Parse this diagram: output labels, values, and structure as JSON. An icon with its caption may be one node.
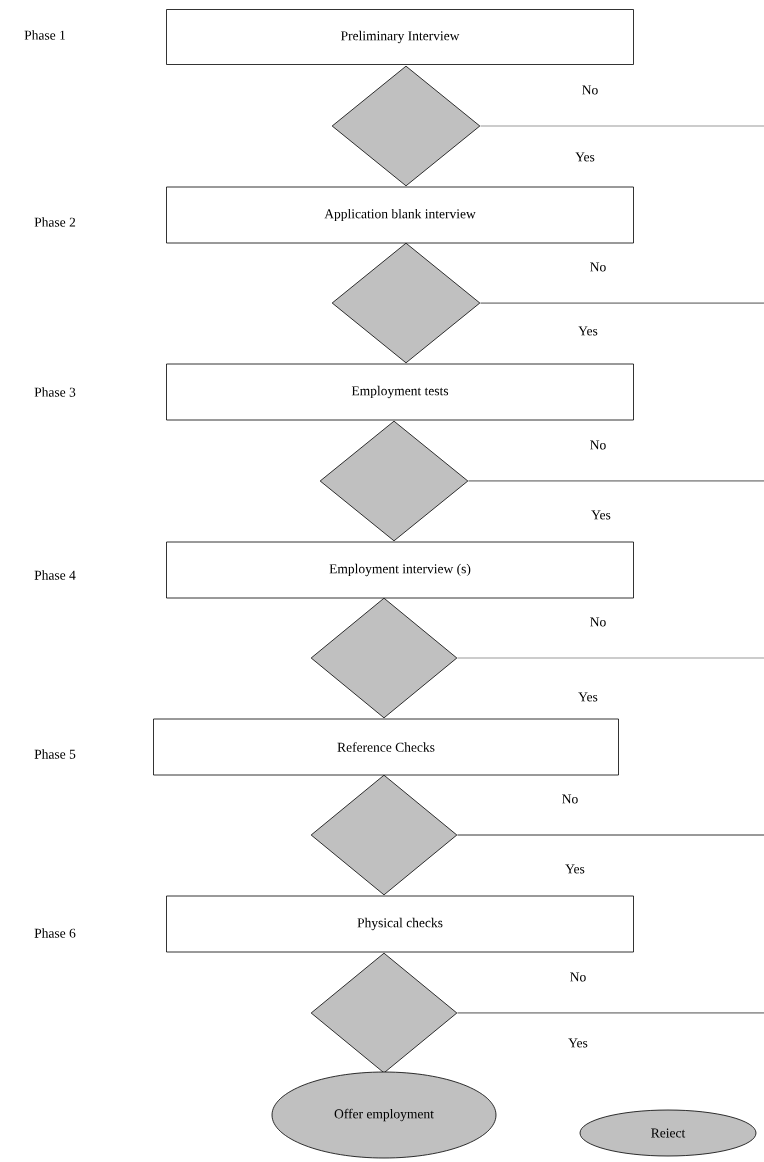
{
  "diagram": {
    "nodes": [
      {
        "text": [
          "Preliminary Interview"
        ]
      },
      {
        "text": [],
        "shape": "diamond"
      },
      {
        "text": [
          "Application blank interview"
        ]
      },
      {
        "text": [],
        "shape": "diamond"
      },
      {
        "text": [
          "Employment tests"
        ]
      },
      {
        "text": [],
        "shape": "diamond"
      },
      {
        "text": [
          "Employment interview (s)"
        ]
      },
      {
        "text": [],
        "shape": "diamond"
      },
      {
        "text": [
          "Reference Checks"
        ]
      },
      {
        "text": [],
        "shape": "diamond"
      },
      {
        "text": [
          "Physical checks"
        ]
      },
      {
        "text": [],
        "shape": "diamond"
      },
      {
        "text": [
          "Offer employment"
        ]
      },
      {
        "text": [
          "Reiect"
        ]
      }
    ],
    "edges": [
      {
        "from": 1,
        "to": null,
        "arrow": "none",
        "label": "No"
      },
      {
        "from": 3,
        "to": null,
        "arrow": "none",
        "label": "No"
      },
      {
        "from": 5,
        "to": null,
        "arrow": "none",
        "label": "No"
      },
      {
        "from": 7,
        "to": null,
        "arrow": "none",
        "label": "No"
      },
      {
        "from": 9,
        "to": null,
        "arrow": "none",
        "label": "No"
      },
      {
        "from": 11,
        "to": null,
        "arrow": "none",
        "label": "No"
      }
    ],
    "labels": [
      "Phase 1",
      "Yes",
      "Phase 2",
      "Yes",
      "Phase 3",
      "Yes",
      "Phase 4",
      "Yes",
      "Phase 5",
      "Yes",
      "Phase 6",
      "Yes"
    ]
  }
}
